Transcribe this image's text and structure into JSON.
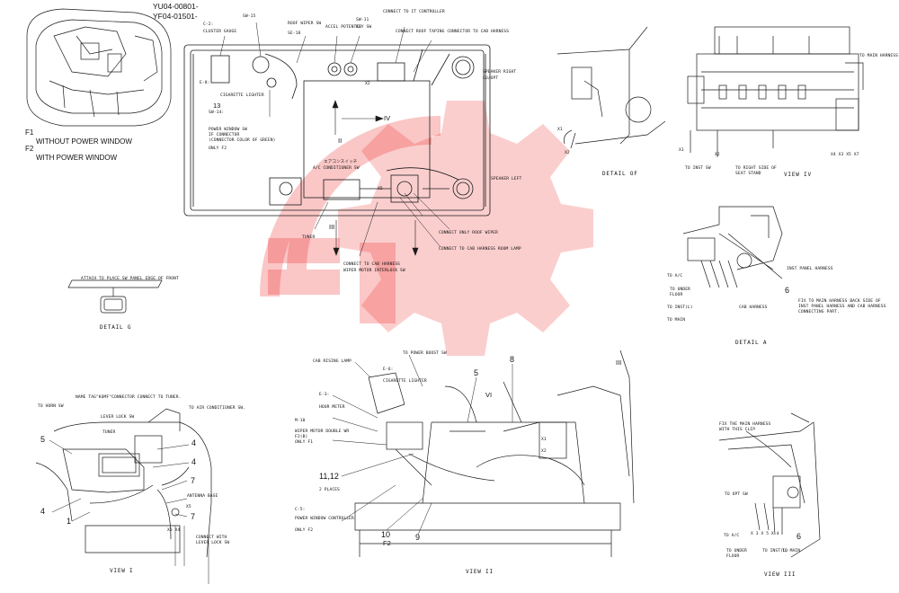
{
  "part_numbers": [
    "YU04-00801-",
    "YF04-01501-"
  ],
  "legend": [
    {
      "code": "F1",
      "text": "WITHOUT POWER WINDOW"
    },
    {
      "code": "F2",
      "text": "WITH POWER WINDOW"
    }
  ],
  "main_panel": {
    "c2": "C-2:",
    "cluster_gauge": "CLUSTER GAUGE",
    "sw15": "SW-15",
    "roof_wiper_sw": "ROOF WIPER SW",
    "se18": "SE-18",
    "accel_potentio": "ACCEL POTENTIO",
    "sw11": "SW-11",
    "key_sw": "KEY SW",
    "connect_to_it_controller": "CONNECT TO IT CONTROLLER",
    "connect_roof_taping": "CONNECT ROOF TAPING CONNECTOR TO CAB HARNESS",
    "e8": "E-8:",
    "cigarette_lighter": "CIGARETTE LIGHTER",
    "n13": "13",
    "sw14": "SW-14:",
    "speaker_right": "SPEAKER RIGHT",
    "eu_opt": "EU/OPT",
    "power_window_sw": "POWER WINDOW SW",
    "if_connector": "IF CONNECTOR",
    "connector_color": "(CONNECTOR COLOR OF GREEN)",
    "only_f2_a": "ONLY F2",
    "jp_label": "エアコンスイッチ",
    "ac_sw": "A/C CONDITIONER SW",
    "speaker_left": "SPEAKER LEFT",
    "connect_only_roof_wiper": "CONNECT ONLY ROOF WIPER",
    "connect_cab_harness_room_lamp": "CONNECT TO CAB HARNESS ROOM LAMP",
    "connect_cab_harness_wiper": "CONNECT TO CAB HARNESS",
    "wiper_motor_interlock": "WIPER MOTOR INTERLOCK SW",
    "tuner": "TUNER",
    "roman_ii": "II",
    "roman_iii": "III",
    "roman_iv": "IV",
    "x2": "X2",
    "x5": "X5"
  },
  "detail_g": {
    "label": "ATTACH TO PLACE SW PANEL EDGE OF FRONT",
    "caption": "DETAIL G"
  },
  "detail_of": {
    "caption": "DETAIL OF",
    "x1": "X1",
    "x2": "X2"
  },
  "view_iv": {
    "caption": "VIEW IV",
    "to_main_harness": "TO MAIN HARNESS",
    "to_inst_sw": "TO INST SW",
    "to_right_side": "TO RIGHT SIDE OF",
    "seat_stand": "SEAT STAND",
    "x1": "X1",
    "x2": "X2",
    "xlist": "X4 X3 X5 X7"
  },
  "detail_a": {
    "caption": "DETAIL A",
    "inst_panel_harness": "INST PANEL HARNESS",
    "to_ac": "TO A/C",
    "to_under_floor": "TO UNDER",
    "floor": "FLOOR",
    "to_inst_l": "TO INST(L)",
    "to_main": "TO MAIN",
    "cab_harness": "CAB HARNESS",
    "n6": "6",
    "fix_note_1": "FIX TO MAIN HARNESS BACK SIDE OF",
    "fix_note_2": "INST PANEL HARNESS AND CAB HARNESS",
    "fix_note_3": "CONNECTING PART."
  },
  "view_i": {
    "caption": "VIEW I",
    "to_horn_sw": "TO HORN SW",
    "name_tag": "NAME TAG\"KOMF\"CONNECTOR CONNECT TO TUNER.",
    "lever_lock_sw": "LEVER LOCK SW",
    "tuner": "TUNER",
    "to_ac_sw": "TO AIR CONDITIONER SW.",
    "antenna_base": "ANTENNA BASE",
    "connect_lever_lock": "CONNECT WITH",
    "lever_lock_sw2": "LEVER LOCK SW",
    "n5": "5",
    "n4a": "4",
    "n4b": "4",
    "n4c": "4",
    "n7a": "7",
    "n7b": "7",
    "n1": "1",
    "x5": "X5",
    "x3x4": "X3 X4"
  },
  "view_ii": {
    "caption": "VIEW II",
    "cab_rising_lamp": "CAB RISING LAMP",
    "to_power_boost": "TO POWER BOOST SW",
    "e6": "E-6:",
    "cig_lighter": "CIGARETTE LIGHTER",
    "e3": "E-3:",
    "hour_meter": "HOUR METER",
    "m10": "M-10",
    "wiper_motor": "WIPER MOTOR DOUBLE WR",
    "f2_only": "F2(B)",
    "only_f1": "ONLY F1",
    "n11_12": "11,12",
    "two_places": "2 PLACES",
    "c5": "C-5:",
    "pw_controller": "POWER WINDOW CONTROLLER",
    "only_f2": "ONLY F2",
    "n10": "10",
    "nf2": "F2",
    "n9": "9",
    "n5": "5",
    "n8": "8",
    "roman_iii": "III",
    "roman_vi": "VI",
    "x1": "X1",
    "x2": "X2"
  },
  "view_iii": {
    "caption": "VIEW III",
    "fix_main": "FIX THE MAIN HARNESS",
    "with_clip": "WITH THIS CLIP",
    "to_opt_sw": "TO OPT SW",
    "to_ac": "TO A/C",
    "to_under_floor": "TO UNDER",
    "floor": "FLOOR",
    "to_inst_l": "TO INST(L)",
    "to_main": "TO MAIN",
    "n6": "6",
    "xlist": "X 3 X 5 X 4"
  },
  "colors": {
    "line": "#1a1a1a",
    "watermark": "#ee2020"
  }
}
